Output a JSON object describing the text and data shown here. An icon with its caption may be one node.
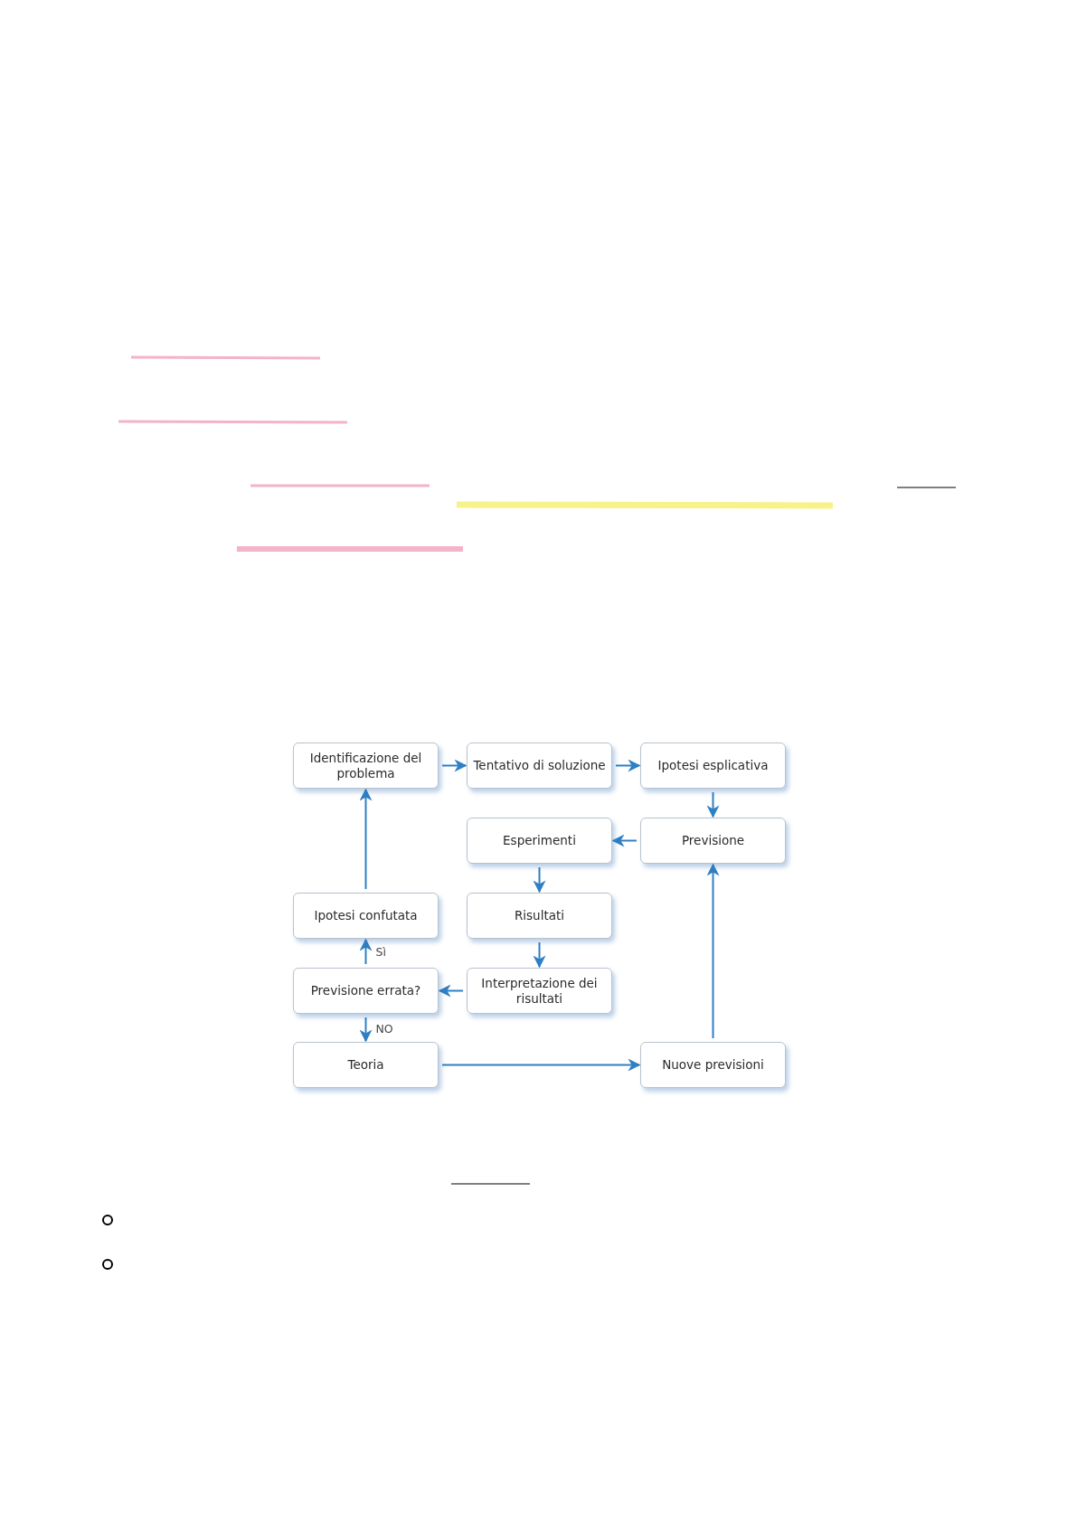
{
  "diagram": {
    "nodes": [
      {
        "text": [
          "Identificazione del problema"
        ]
      },
      {
        "text": [
          "Tentativo di soluzione"
        ]
      },
      {
        "text": [
          "Ipotesi esplicativa"
        ]
      },
      {
        "text": [
          "Esperimenti"
        ]
      },
      {
        "text": [
          "Previsione"
        ]
      },
      {
        "text": [
          "Ipotesi confutata"
        ]
      },
      {
        "text": [
          "Risultati"
        ]
      },
      {
        "text": [
          "Previsione errata?"
        ]
      },
      {
        "text": [
          "Interpretazione dei risultati"
        ]
      },
      {
        "text": [
          "Teoria"
        ]
      },
      {
        "text": [
          "Nuove previsioni"
        ]
      }
    ],
    "edges": [
      {
        "from": 0,
        "to": 1,
        "arrow": "to"
      },
      {
        "from": 1,
        "to": 2,
        "arrow": "to"
      },
      {
        "from": 2,
        "to": 4,
        "arrow": "to"
      },
      {
        "from": 4,
        "to": 3,
        "arrow": "to"
      },
      {
        "from": 3,
        "to": 6,
        "arrow": "to"
      },
      {
        "from": 6,
        "to": 8,
        "arrow": "to"
      },
      {
        "from": 8,
        "to": 7,
        "arrow": "to"
      },
      {
        "from": 7,
        "to": 5,
        "arrow": "to",
        "label": "Sì"
      },
      {
        "from": 7,
        "to": 9,
        "arrow": "to",
        "label": "NO"
      },
      {
        "from": 5,
        "to": 0,
        "arrow": "to"
      },
      {
        "from": 9,
        "to": 10,
        "arrow": "to"
      },
      {
        "from": 10,
        "to": 4,
        "arrow": "to"
      }
    ]
  }
}
